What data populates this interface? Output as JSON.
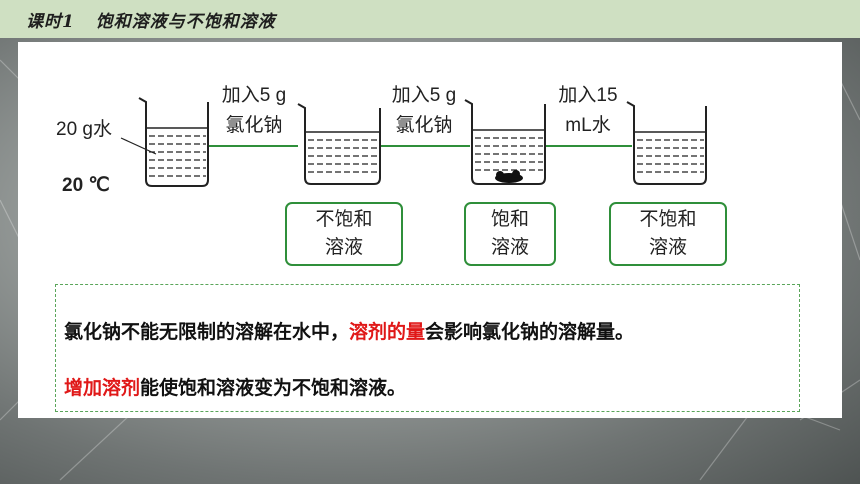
{
  "header": {
    "title": "课时1   饱和溶液与不饱和溶液"
  },
  "diagram": {
    "water_label": "20 g水",
    "temperature": "20 ℃",
    "steps": [
      {
        "line1": "加入5 g",
        "line2": "氯化钠"
      },
      {
        "line1": "加入5 g",
        "line2": "氯化钠"
      },
      {
        "line1": "加入15",
        "line2": "mL水"
      }
    ],
    "states": [
      {
        "line1": "不饱和",
        "line2": "溶液"
      },
      {
        "line1": "饱和",
        "line2": "溶液"
      },
      {
        "line1": "不饱和",
        "line2": "溶液"
      }
    ],
    "colors": {
      "line_green": "#2f8f3a"
    }
  },
  "conclusion": {
    "line1_before": "氯化钠不能无限制的溶解在水中，",
    "line1_highlight": "溶剂的量",
    "line1_after": "会影响氯化钠的溶解量。",
    "line2_highlight": "增加溶剂",
    "line2_after": "能使饱和溶液变为不饱和溶液。",
    "highlight_color": "#e01818"
  }
}
